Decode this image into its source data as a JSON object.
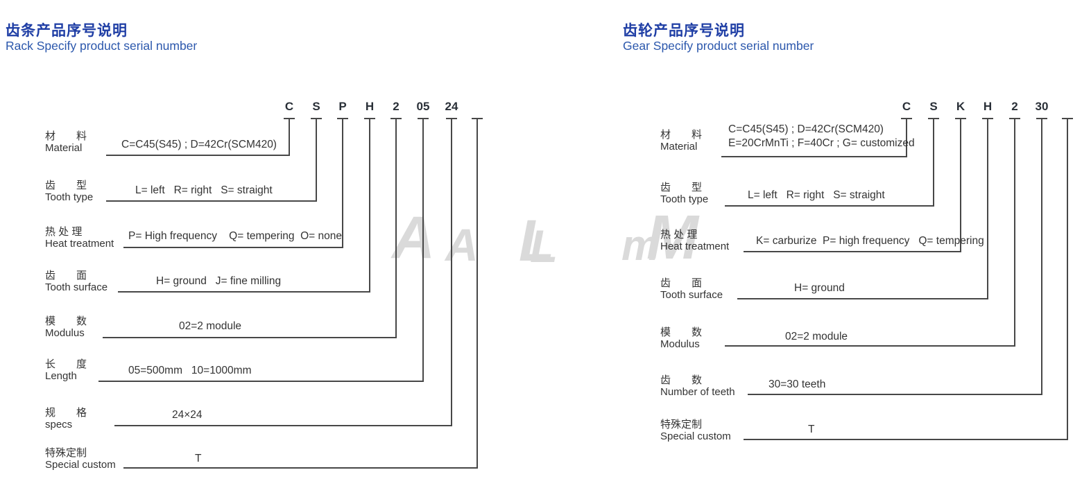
{
  "rack": {
    "title_zh": "齿条产品序号说明",
    "title_en": "Rack Specify product serial number",
    "codes": [
      "C",
      "S",
      "P",
      "H",
      "2",
      "05",
      "24",
      ""
    ],
    "rows": [
      {
        "zh": "材　　料",
        "en": "Material",
        "value": "C=C45(S45) ; D=42Cr(SCM420)"
      },
      {
        "zh": "齿　　型",
        "en": "Tooth type",
        "value": "L= left   R= right   S= straight"
      },
      {
        "zh": "热 处 理",
        "en": "Heat treatment",
        "value": "P= High frequency    Q= tempering  O= none"
      },
      {
        "zh": "齿　　面",
        "en": "Tooth surface",
        "value": "H= ground   J= fine milling"
      },
      {
        "zh": "模　　数",
        "en": "Modulus",
        "value": "02=2 module"
      },
      {
        "zh": "长　　度",
        "en": "Length",
        "value": "05=500mm   10=1000mm"
      },
      {
        "zh": "规　　格",
        "en": "specs",
        "value": "24×24"
      },
      {
        "zh": "特殊定制",
        "en": "Special custom",
        "value": "T"
      }
    ]
  },
  "gear": {
    "title_zh": "齿轮产品序号说明",
    "title_en": "Gear Specify product serial number",
    "codes": [
      "C",
      "S",
      "K",
      "H",
      "2",
      "30",
      ""
    ],
    "rows": [
      {
        "zh": "材　　料",
        "en": "Material",
        "value": "C=C45(S45) ; D=42Cr(SCM420)\nE=20CrMnTi ; F=40Cr ; G= customized"
      },
      {
        "zh": "齿　　型",
        "en": "Tooth type",
        "value": "L= left   R= right   S= straight"
      },
      {
        "zh": "热 处 理",
        "en": "Heat treatment",
        "value": "K= carburize  P= high frequency   Q= tempering"
      },
      {
        "zh": "齿　　面",
        "en": "Tooth surface",
        "value": "H= ground"
      },
      {
        "zh": "模　　数",
        "en": "Modulus",
        "value": "02=2 module"
      },
      {
        "zh": "齿　　数",
        "en": "Number of teeth",
        "value": "30=30 teeth"
      },
      {
        "zh": "特殊定制",
        "en": "Special custom",
        "value": "T"
      }
    ]
  },
  "watermark": {
    "letters": [
      "A",
      "A",
      "L",
      "L",
      "m",
      "M"
    ]
  },
  "colors": {
    "title_zh": "#1f3ea5",
    "title_en": "#2b57ac",
    "line": "#474747",
    "text": "#333333",
    "code": "#2a3038",
    "watermark": "#dadada"
  }
}
